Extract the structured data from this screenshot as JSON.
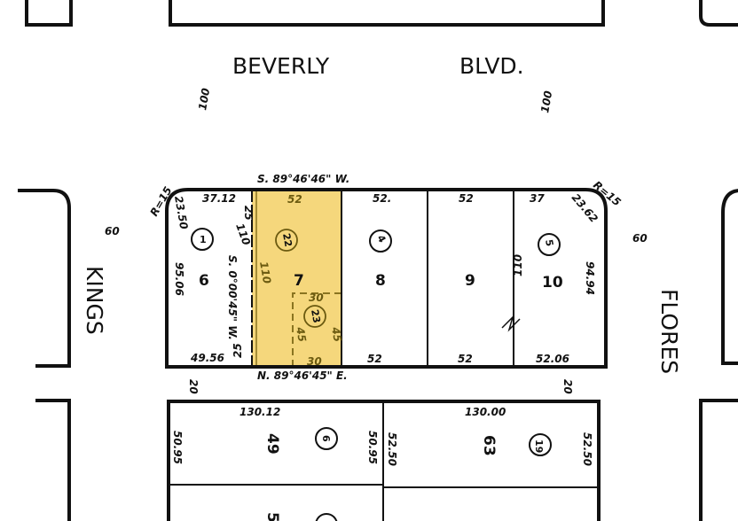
{
  "streets": {
    "beverly": "BEVERLY",
    "blvd": "BLVD.",
    "kings": "KINGS",
    "flores": "FLORES"
  },
  "street_widths": {
    "beverly_left": "100",
    "beverly_right": "100",
    "kings": "60",
    "flores": "60",
    "alley_left": "20",
    "alley_right": "20"
  },
  "colors": {
    "highlight": "#f5d77c",
    "highlight_line": "#8a7420",
    "ink": "#111111"
  },
  "bearings": {
    "north_line": "S. 89°46'46\" W.",
    "south_line": "N. 89°46'45\" E.",
    "west_line": "S. 0°00'45\" W."
  },
  "block_main": {
    "curve_left": {
      "radius": "R=15",
      "arc": "23.50"
    },
    "curve_right": {
      "radius": "R=15",
      "arc": "23.62"
    },
    "lots": [
      {
        "lot": "6",
        "parcel": "1",
        "top": "37.12",
        "bottom": "49.56",
        "side": "95.06"
      },
      {
        "lot": "7",
        "parcel": "22",
        "top": "52",
        "side": "110",
        "highlighted": true
      },
      {
        "lot": "8",
        "parcel": "4",
        "top": "52.",
        "bottom": "52"
      },
      {
        "lot": "9",
        "top": "52",
        "bottom": "52"
      },
      {
        "lot": "10",
        "parcel": "5",
        "top": "37",
        "bottom": "52.06",
        "side": "94.94",
        "side2": "110"
      }
    ],
    "sub_parcel": {
      "parcel": "23",
      "top": "30",
      "bottom": "30",
      "left": "45",
      "right": "45"
    },
    "west_offsets": {
      "a": "25",
      "b": "110",
      "c": "25"
    }
  },
  "block_south": {
    "lots": [
      {
        "lot": "49",
        "parcel": "6",
        "top": "130.12",
        "left": "50.95",
        "right": "50.95"
      },
      {
        "lot": "63",
        "parcel": "19",
        "top": "130.00",
        "left": "52.50",
        "right": "52.50"
      }
    ],
    "partial_lot": "5"
  }
}
